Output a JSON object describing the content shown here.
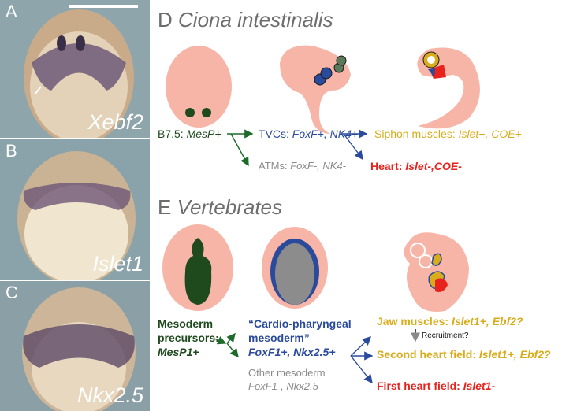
{
  "panels": [
    {
      "letter": "A",
      "gene": "Xebf2"
    },
    {
      "letter": "B",
      "gene": "Islet1"
    },
    {
      "letter": "C",
      "gene": "Nkx2.5"
    }
  ],
  "ciona": {
    "letter": "D",
    "species": "Ciona intestinalis",
    "b75_label": "B7.5: ",
    "b75_gene": "MesP+",
    "tvc_label": "TVCs: ",
    "tvc_genes": "FoxF+, NK4+",
    "atm_label": "ATMs: ",
    "atm_genes": "FoxF-, NK4-",
    "siphon_label": "Siphon muscles: ",
    "siphon_genes": "Islet+, COE+",
    "heart_label": "Heart: ",
    "heart_genes": "Islet-,COE-"
  },
  "vertebrates": {
    "letter": "E",
    "title": "Vertebrates",
    "meso_line1": "Mesoderm",
    "meso_line2": "precursors:",
    "meso_gene": "MesP1+",
    "cpm_line1": "“Cardio-pharyngeal",
    "cpm_line2": "mesoderm”",
    "cpm_genes": "FoxF1+, Nkx2.5+",
    "other_line1": "Other mesoderm",
    "other_genes": "FoxF1-, Nkx2.5-",
    "jaw_label": "Jaw muscles: ",
    "jaw_genes": "Islet1+, Ebf2?",
    "recruit": "Recruitment?",
    "shf_label": "Second heart field: ",
    "shf_genes": "Islet1+, Ebf2?",
    "fhf_label": "First heart field: ",
    "fhf_genes": "Islet1-"
  },
  "colors": {
    "salmon": "#f7b5a8",
    "dark_green": "#1e4a1e",
    "navy": "#2a4a9c",
    "gold": "#d9ac1c",
    "red": "#e8231e",
    "gray": "#8a8a8a",
    "photo_bg": "#8aa0a8"
  }
}
